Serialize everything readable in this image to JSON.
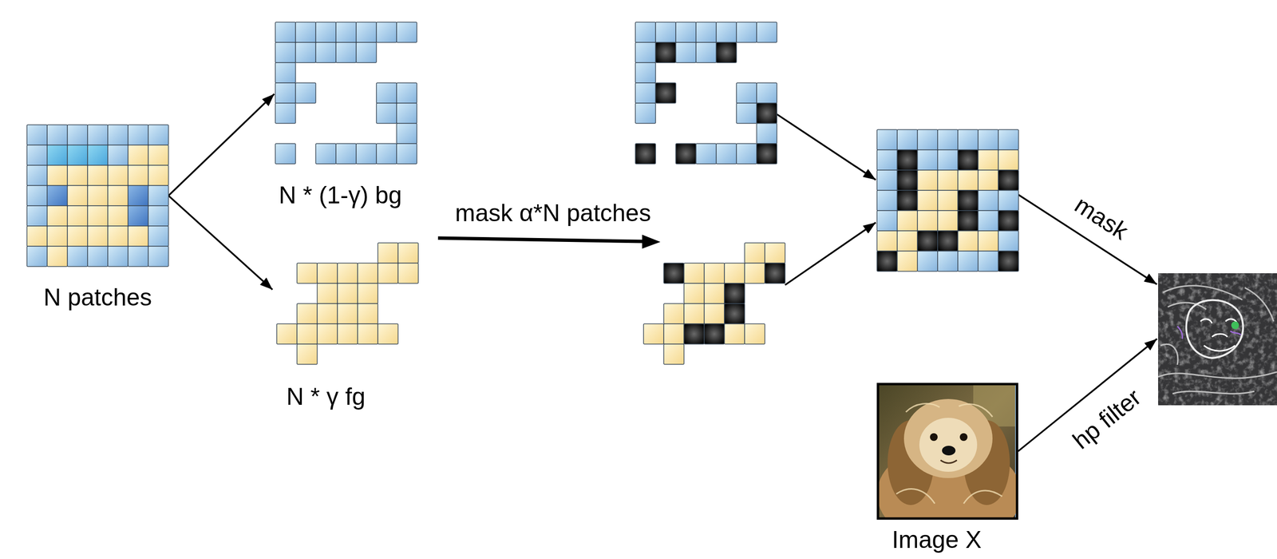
{
  "diagram": {
    "nodes": [
      {
        "text": [
          "N patches"
        ]
      },
      {
        "text": [
          "N * (1-γ) bg"
        ]
      },
      {
        "text": [
          "N * γ fg"
        ]
      },
      {
        "text": []
      },
      {
        "text": []
      },
      {
        "text": []
      },
      {
        "text": []
      },
      {
        "text": [
          "Image X"
        ]
      }
    ],
    "edges": [
      {
        "from": 0,
        "to": 1,
        "arrow": "to"
      },
      {
        "from": 0,
        "to": 2,
        "arrow": "to"
      },
      {
        "from": 3,
        "to": 5,
        "arrow": "to"
      },
      {
        "from": 4,
        "to": 5,
        "arrow": "to"
      },
      {
        "from": 5,
        "to": 6,
        "label": "mask",
        "arrow": "to"
      },
      {
        "from": 7,
        "to": 6,
        "label": "hp filter",
        "arrow": "to"
      }
    ],
    "labels": [
      "mask α*N patches"
    ]
  }
}
